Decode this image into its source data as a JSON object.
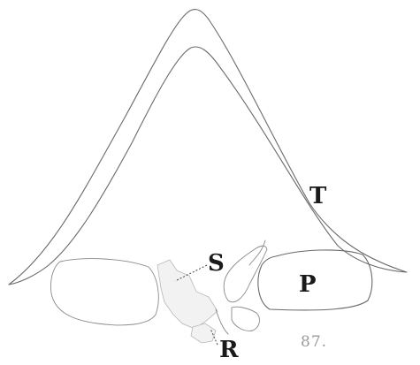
{
  "labels": {
    "t": "T",
    "p": "P",
    "s": "S",
    "r": "R"
  },
  "figure_number": "87."
}
